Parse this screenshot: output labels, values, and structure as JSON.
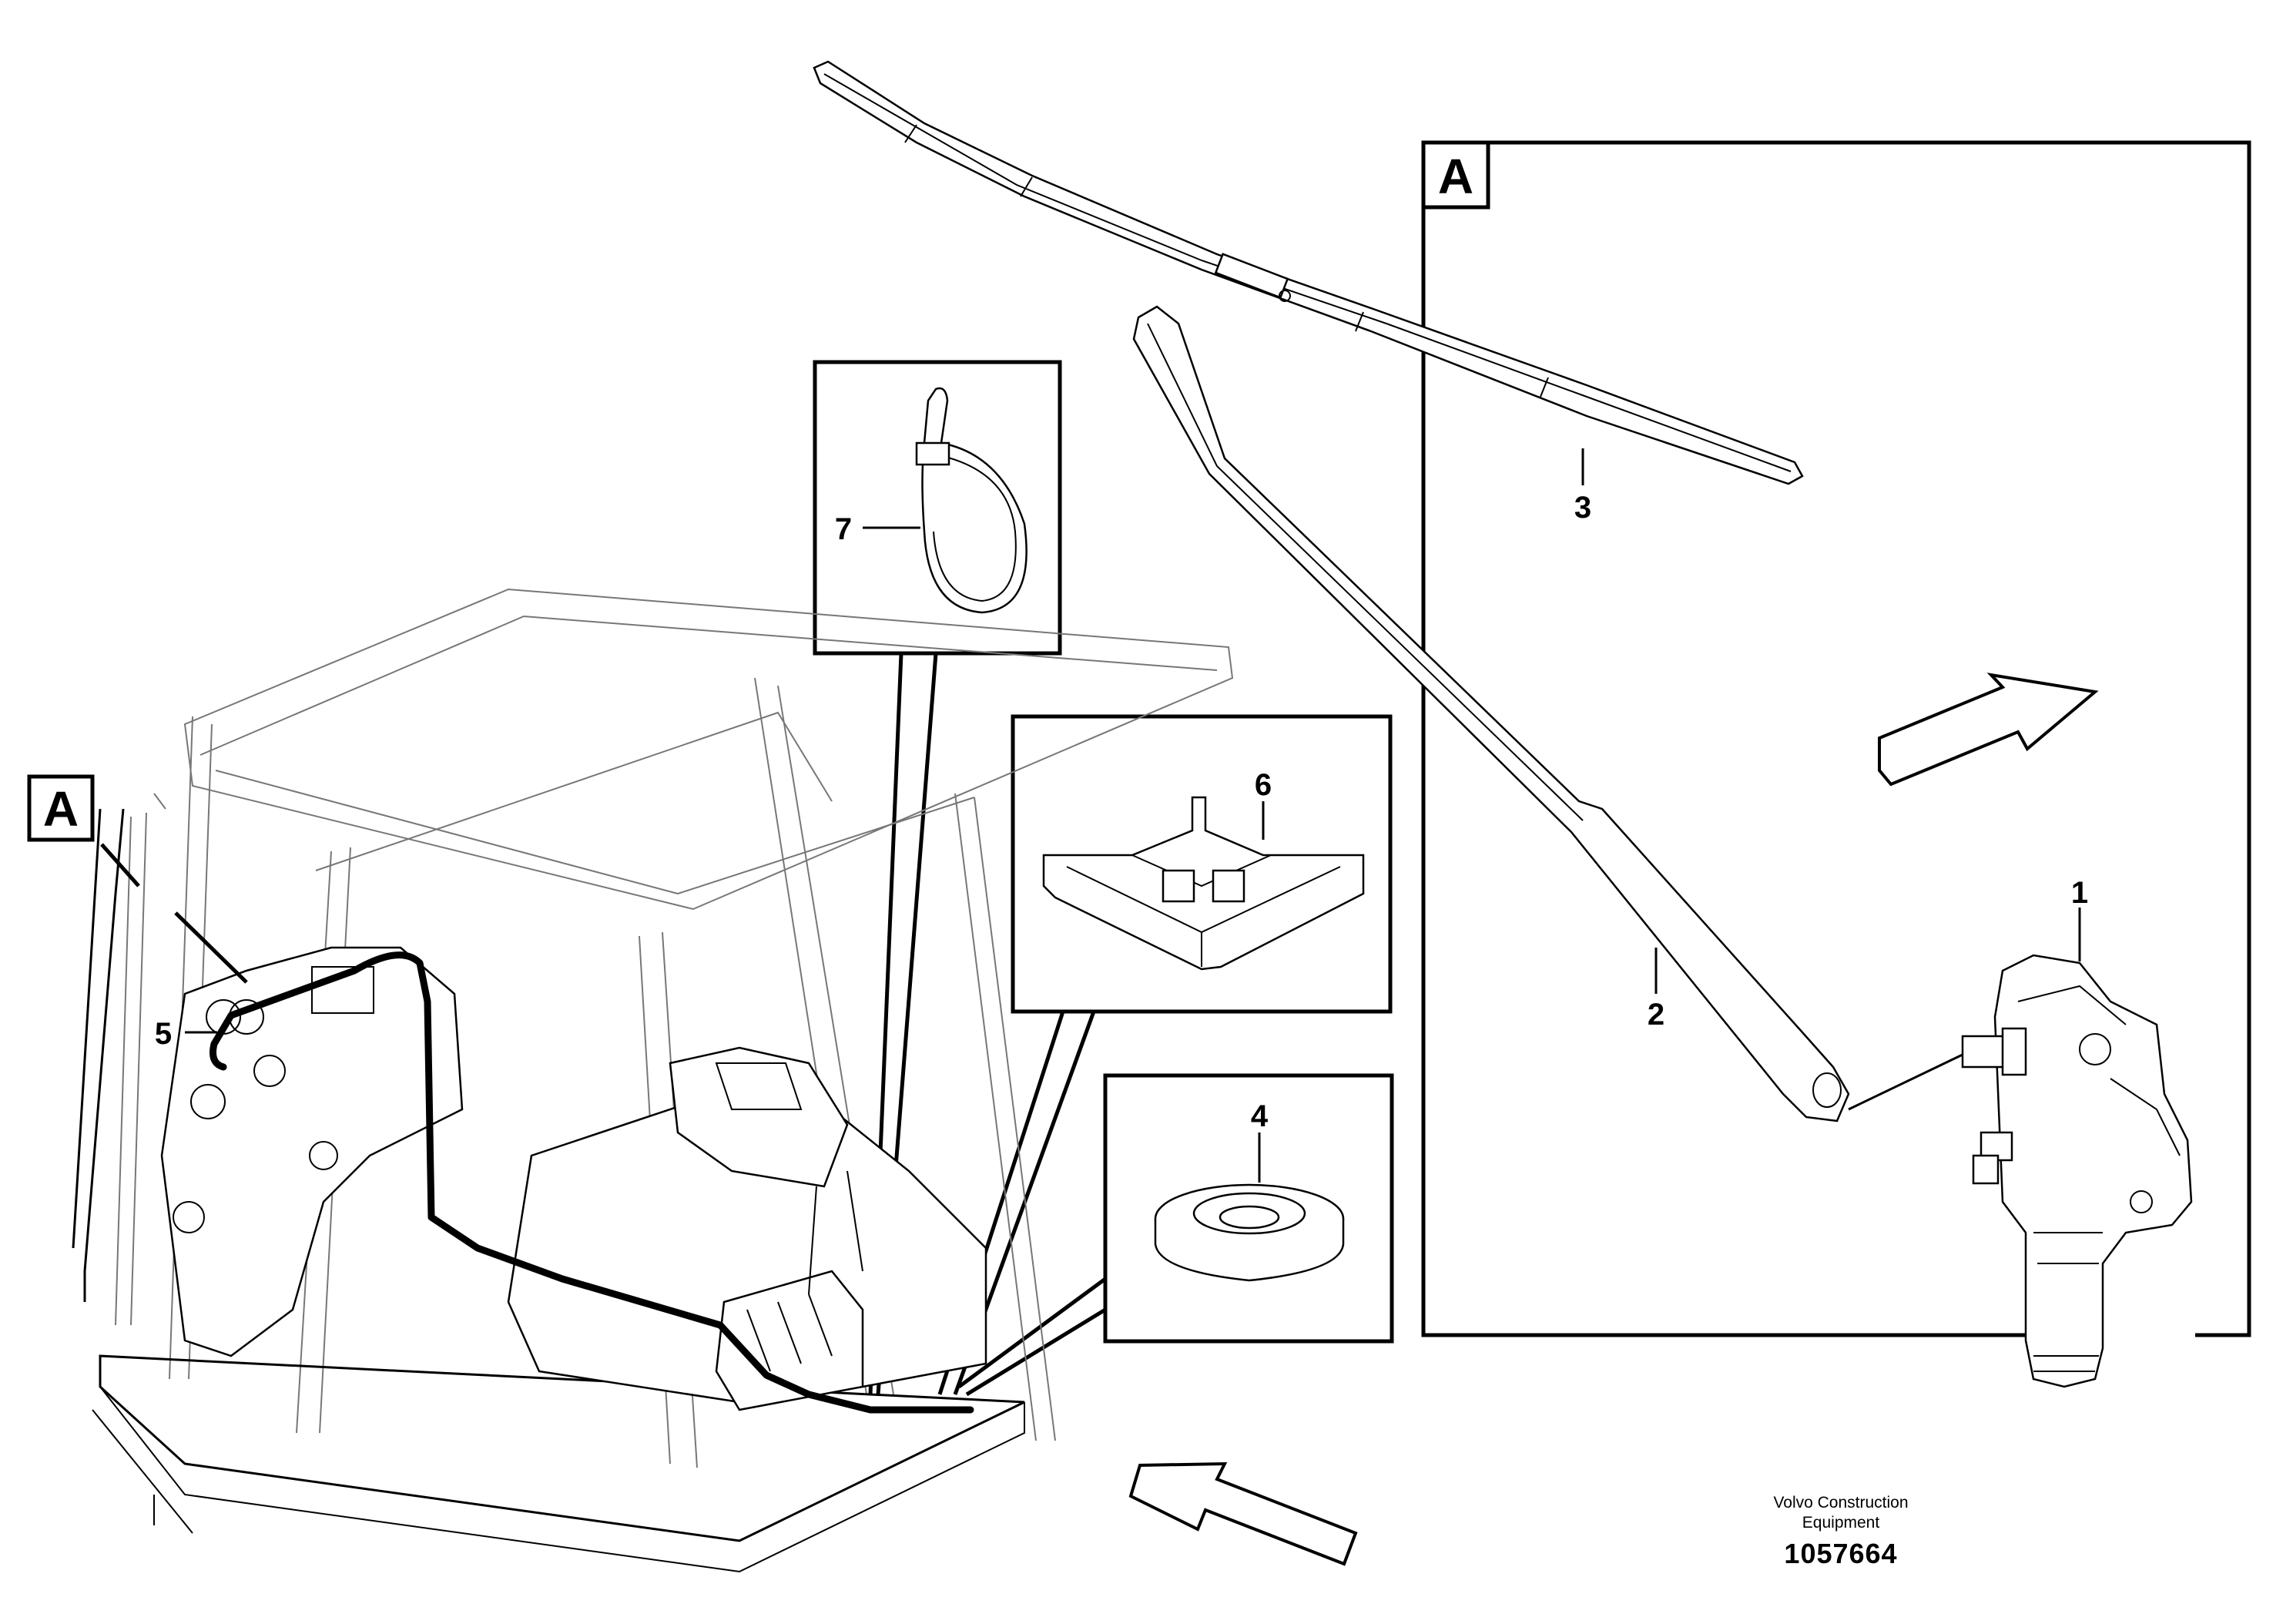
{
  "section_letter": "A",
  "callouts": {
    "motor": "1",
    "wiper_arm": "2",
    "wiper_blade": "3",
    "grommet": "4",
    "cable_harness": "5",
    "cable_clip": "6",
    "cable_tie": "7"
  },
  "footer": {
    "company": "Volvo Construction Equipment",
    "part_number": "1057664"
  },
  "icons": [
    "wiper-blade-icon",
    "wiper-arm-icon",
    "wiper-motor-icon",
    "cable-tie-icon",
    "cable-clip-icon",
    "grommet-icon",
    "cab-icon",
    "direction-arrow-icon"
  ]
}
